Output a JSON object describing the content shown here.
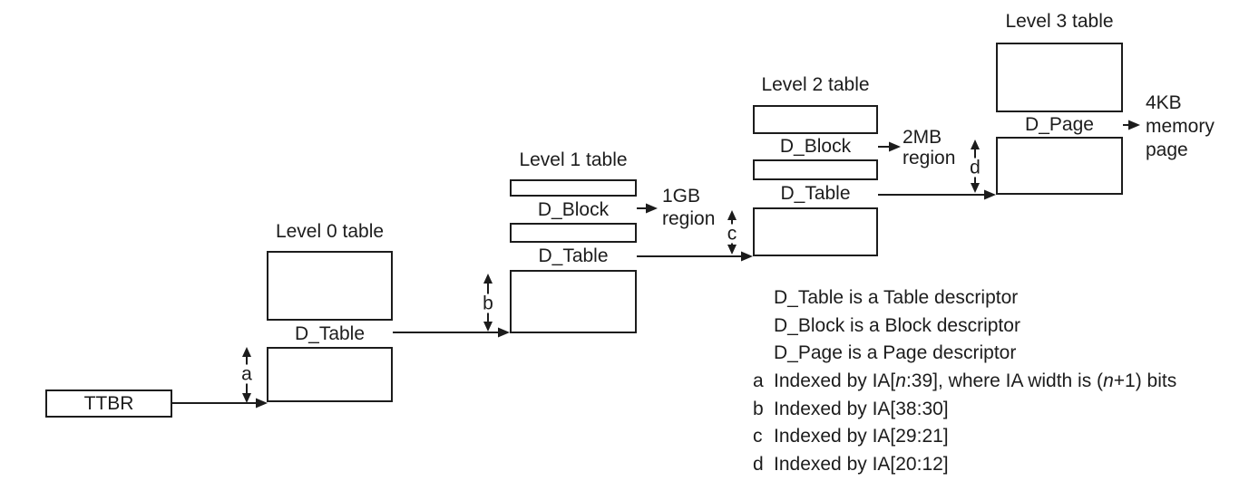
{
  "ttbr": {
    "label": "TTBR"
  },
  "tables": [
    {
      "title": "Level 0 table",
      "rows": [
        {
          "label": "D_Table"
        }
      ]
    },
    {
      "title": "Level 1 table",
      "rows": [
        {
          "label": "D_Block"
        },
        {
          "label": "D_Table"
        }
      ]
    },
    {
      "title": "Level 2 table",
      "rows": [
        {
          "label": "D_Block"
        },
        {
          "label": "D_Table"
        }
      ]
    },
    {
      "title": "Level 3 table",
      "rows": [
        {
          "label": "D_Page"
        }
      ]
    }
  ],
  "outputs": {
    "level1_block": "1GB\nregion",
    "level2_block": "2MB\nregion",
    "level3_page": "4KB\nmemory\npage"
  },
  "legend": {
    "descriptors": [
      "D_Table is a Table descriptor",
      "D_Block is a Block descriptor",
      "D_Page is a Page descriptor"
    ],
    "indexed": [
      {
        "key": "a",
        "pre": "Indexed by IA[",
        "var1": "n",
        "mid": ":39], where IA width is (",
        "var2": "n",
        "post": "+1) bits"
      },
      {
        "key": "b",
        "text": "Indexed by IA[38:30]"
      },
      {
        "key": "c",
        "text": "Indexed by IA[29:21]"
      },
      {
        "key": "d",
        "text": "Indexed by IA[20:12]"
      }
    ]
  },
  "colors": {
    "line": "#1c1c1c",
    "text": "#1c1c1c",
    "background": "#ffffff"
  }
}
